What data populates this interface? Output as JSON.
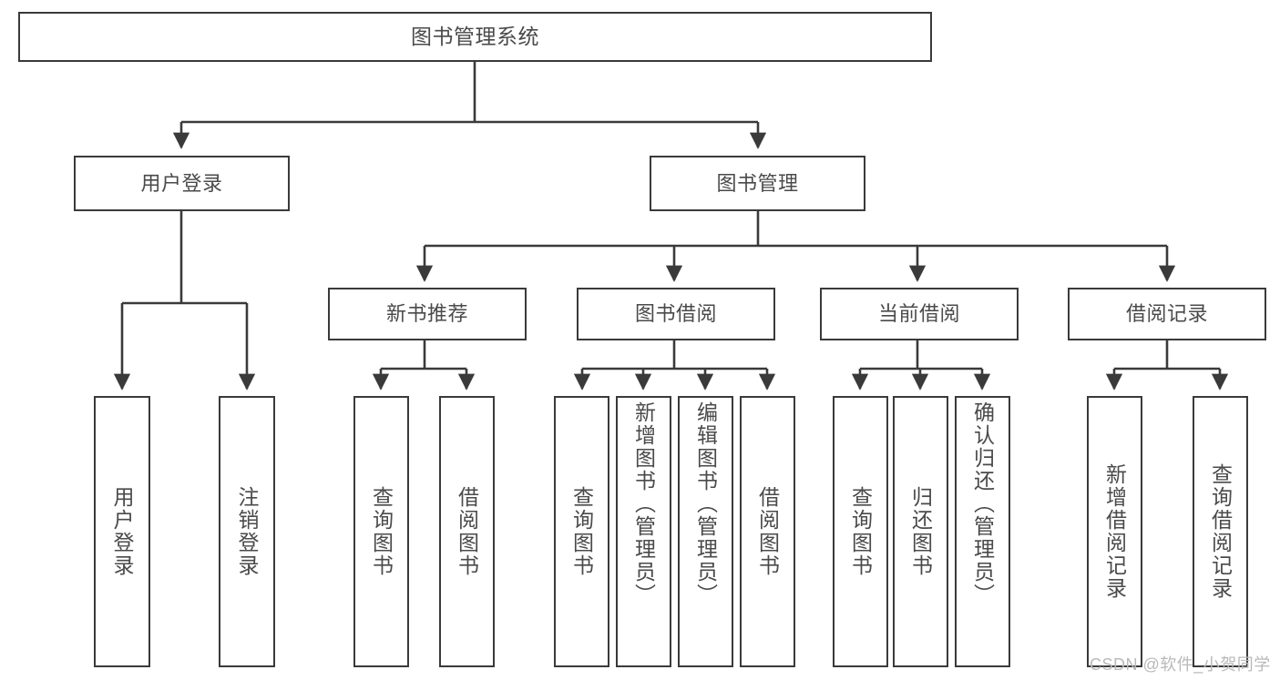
{
  "diagram": {
    "title": "图书管理系统",
    "type": "hierarchy-tree",
    "root": {
      "label": "图书管理系统"
    },
    "level2": [
      {
        "label": "用户登录"
      },
      {
        "label": "图书管理"
      }
    ],
    "level3": [
      {
        "label": "新书推荐"
      },
      {
        "label": "图书借阅"
      },
      {
        "label": "当前借阅"
      },
      {
        "label": "借阅记录"
      }
    ],
    "leaves": {
      "user_login": [
        {
          "label": "用户登录"
        },
        {
          "label": "注销登录"
        }
      ],
      "new_book_recommend": [
        {
          "label": "查询图书"
        },
        {
          "label": "借阅图书"
        }
      ],
      "book_borrow": [
        {
          "label": "查询图书"
        },
        {
          "label": "新增图书（管理员）"
        },
        {
          "label": "编辑图书（管理员）"
        },
        {
          "label": "借阅图书"
        }
      ],
      "current_borrow": [
        {
          "label": "查询图书"
        },
        {
          "label": "归还图书"
        },
        {
          "label": "确认归还（管理员）"
        }
      ],
      "borrow_record": [
        {
          "label": "新增借阅记录"
        },
        {
          "label": "查询借阅记录"
        }
      ]
    }
  },
  "watermark": {
    "text": "CSDN @软件_小贺同学"
  },
  "colors": {
    "stroke": "#3a3a3a",
    "text": "#4a4a4a",
    "background": "#ffffff",
    "watermark": "#b9b9b9"
  }
}
